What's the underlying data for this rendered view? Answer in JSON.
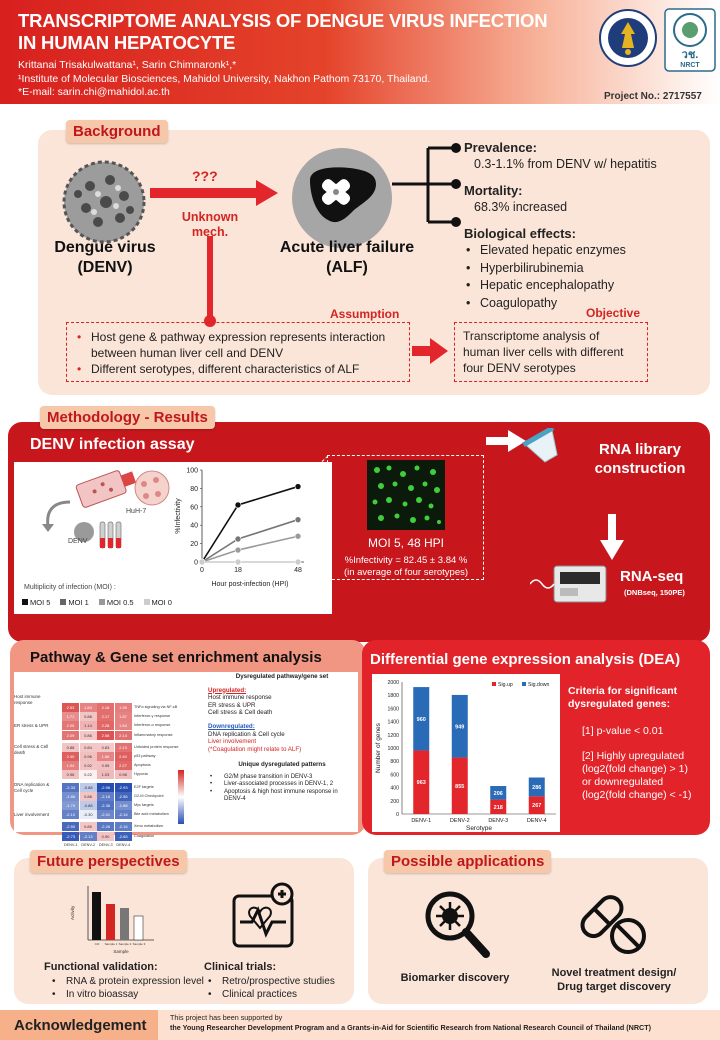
{
  "header": {
    "title_line1": "TRANSCRIPTOME ANALYSIS OF DENGUE VIRUS INFECTION",
    "title_line2": "IN HUMAN HEPATOCYTE",
    "authors": "Krittanai Trisakulwattana¹, Sarin Chimnaronk¹,*",
    "affiliation": "¹Institute of Molecular Biosciences, Mahidol University, Nakhon Pathom 73170, Thailand.",
    "email": "*E-mail: sarin.chi@mahidol.ac.th",
    "project_no": "Project No.: 2717557",
    "logo2_text": "วช.",
    "logo2_sub": "NRCT"
  },
  "background": {
    "tag": "Background",
    "virus_label_1": "Dengue virus",
    "virus_label_2": "(DENV)",
    "arrow_question": "???",
    "unknown_1": "Unknown",
    "unknown_2": "mech.",
    "alf_label_1": "Acute liver failure",
    "alf_label_2": "(ALF)",
    "prevalence_title": "Prevalence:",
    "prevalence_text": "0.3-1.1% from DENV w/ hepatitis",
    "mortality_title": "Mortality:",
    "mortality_text": "68.3% increased",
    "bio_title": "Biological effects:",
    "bio_items": [
      "Elevated hepatic enzymes",
      "Hyperbilirubinemia",
      "Hepatic encephalopathy",
      "Coagulopathy"
    ],
    "assumption_label": "Assumption",
    "assumption_items": [
      "Host gene & pathway expression represents interaction between human liver cell and DENV",
      "Different serotypes, different characteristics of ALF"
    ],
    "objective_label": "Objective",
    "objective_text": "Transcriptome analysis of human liver cells with different four DENV serotypes"
  },
  "methodology": {
    "tag": "Methodology - Results",
    "assay_title": "DENV infection assay",
    "huh7": "HuH-7",
    "denv": "DENV",
    "moi_label": "Multiplicity of infection (MOI) :",
    "legend": [
      "MOI 5",
      "MOI 1",
      "MOI 0.5",
      "MOI 0"
    ],
    "legend_colors": [
      "#111111",
      "#666666",
      "#999999",
      "#cccccc"
    ],
    "ylabel": "%Infectivity",
    "xlabel": "Hour post-infection (HPI)",
    "micro_label": "MOI 5, 48 HPI",
    "infectivity_1": "%Infectivity = 82.45 ± 3.84 %",
    "infectivity_2": "(in average of four serotypes)",
    "rna_lib_1": "RNA library",
    "rna_lib_2": "construction",
    "rnaseq": "RNA-seq",
    "rnaseq_sub": "(DNBseq, 150PE)"
  },
  "chart_data": [
    {
      "type": "line",
      "title": "",
      "xlabel": "Hour post-infection (HPI)",
      "ylabel": "%Infectivity",
      "x": [
        0,
        18,
        48
      ],
      "xticks": [
        "0",
        "18",
        "48"
      ],
      "yticks": [
        "0",
        "20",
        "40",
        "60",
        "80",
        "100"
      ],
      "ylim": [
        0,
        100
      ],
      "series": [
        {
          "name": "MOI 5",
          "color": "#111111",
          "values": [
            0,
            62,
            82
          ]
        },
        {
          "name": "MOI 1",
          "color": "#777777",
          "values": [
            0,
            25,
            46
          ]
        },
        {
          "name": "MOI 0.5",
          "color": "#9a9a9a",
          "values": [
            0,
            13,
            28
          ]
        },
        {
          "name": "MOI 0",
          "color": "#cccccc",
          "values": [
            0,
            0,
            0
          ]
        }
      ]
    },
    {
      "type": "bar",
      "title": "",
      "xlabel": "Serotype",
      "ylabel": "Number of genes",
      "categories": [
        "DENV-1",
        "DENV-2",
        "DENV-3",
        "DENV-4"
      ],
      "ylim": [
        0,
        2000
      ],
      "yticks": [
        "0",
        "200",
        "400",
        "600",
        "800",
        "1000",
        "1200",
        "1400",
        "1600",
        "1800",
        "2000"
      ],
      "series": [
        {
          "name": "Sig.up",
          "color": "#e3262b",
          "values": [
            963,
            855,
            218,
            267
          ]
        },
        {
          "name": "Sig.down",
          "color": "#2a6bb8",
          "values": [
            960,
            949,
            206,
            286
          ]
        }
      ]
    }
  ],
  "pathway": {
    "title": "Pathway & Gene set enrichment analysis",
    "row_groups": [
      "Host immune response",
      "ER stress & UPR",
      "Cell stress & Cell death",
      "DNA replication & Cell cycle",
      "Liver involvement"
    ],
    "col_labels": [
      "DENV-1",
      "DENV-2",
      "DENV-3",
      "DENV-4"
    ],
    "heat_rows": [
      [
        "2.53",
        "1.84",
        "2.18",
        "1.95"
      ],
      [
        "1.71",
        "0.88",
        "2.17",
        "1.87"
      ],
      [
        "2.05",
        "1.14",
        "2.28",
        "1.84"
      ],
      [
        "2.09",
        "0.86",
        "2.58",
        "2.14"
      ],
      [
        "0.88",
        "0.84",
        "0.83",
        "2.13"
      ],
      [
        "2.40",
        "0.96",
        "1.86",
        "2.40"
      ],
      [
        "1.94",
        "0.92",
        "0.95",
        "2.27"
      ],
      [
        "0.96",
        "0.22",
        "1.03",
        "0.98"
      ],
      [
        "-2.33",
        "-0.88",
        "-2.96",
        "-2.93"
      ],
      [
        "-1.86",
        "0.88",
        "-2.16",
        "-2.56"
      ],
      [
        "-1.70",
        "-0.88",
        "-2.36",
        "-1.88"
      ],
      [
        "-2.10",
        "-0.30",
        "-2.01",
        "-2.16"
      ],
      [
        "-2.50",
        "0.85",
        "-2.26",
        "-2.16"
      ],
      [
        "-2.73",
        "-2.13",
        "0.90",
        "-2.65"
      ]
    ],
    "row_names": [
      "TNFα signaling via NF-κB",
      "Interferon-γ response",
      "Interferon-α response",
      "Inflammatory response",
      "Unfolded protein response",
      "p53 pathway",
      "Apoptosis",
      "Hypoxia",
      "E2F targets",
      "G2-M Checkpoint",
      "Myc targets",
      "Bile acid metabolism",
      "Xeno metabolism",
      "Coagulation"
    ],
    "dys_title": "Dysregulated pathway/gene set",
    "up_label": "Upregulated:",
    "up_items": [
      "Host immune response",
      "ER stress & UPR",
      "Cell stress & Cell death"
    ],
    "down_label": "Downregulated:",
    "down_items": [
      "DNA replication & Cell cycle",
      "Liver involvement",
      "(*Coagulation might relate to ALF)"
    ],
    "unique_title": "Unique dysregulated patterns",
    "unique_items": [
      "G2/M phase transition in DENV-3",
      "Liver-associated processes in DENV-1, 2",
      "Apoptosis & high host immune response in DENV-4"
    ]
  },
  "dea": {
    "title": "Differential gene expression analysis (DEA)",
    "criteria_title_1": "Criteria for significant",
    "criteria_title_2": "dysregulated genes:",
    "criteria_1": "[1] p-value < 0.01",
    "criteria_2_1": "[2] Highly upregulated",
    "criteria_2_2": "(log2(fold change) > 1)",
    "criteria_2_3": "or downregulated",
    "criteria_2_4": "(log2(fold change) < -1)"
  },
  "future": {
    "tag": "Future perspectives",
    "bar_ylabel": "Activity",
    "bar_xlabel": "Sample",
    "bar_ticks": [
      "Ctrl",
      "Sample 1",
      "Sample 2",
      "Sample 3"
    ],
    "functional_title": "Functional validation:",
    "functional_items": [
      "RNA & protein expression level",
      "In vitro bioassay"
    ],
    "clinical_title": "Clinical trials:",
    "clinical_items": [
      "Retro/prospective studies",
      "Clinical practices"
    ]
  },
  "applications": {
    "tag": "Possible applications",
    "biomarker": "Biomarker discovery",
    "treatment_1": "Novel treatment design/",
    "treatment_2": "Drug target discovery"
  },
  "ack": {
    "tag": "Acknowledgement",
    "line1": "This project has been supported by",
    "line2": "the Young Researcher Development Program and a Grants-in-Aid for Scientific Research from National Research Council of Thailand (NRCT)"
  },
  "colors": {
    "brand_red": "#d32522",
    "section_red": "#c7171d",
    "peach": "#fbe5d9",
    "tag_bg": "#f6c7a8"
  }
}
